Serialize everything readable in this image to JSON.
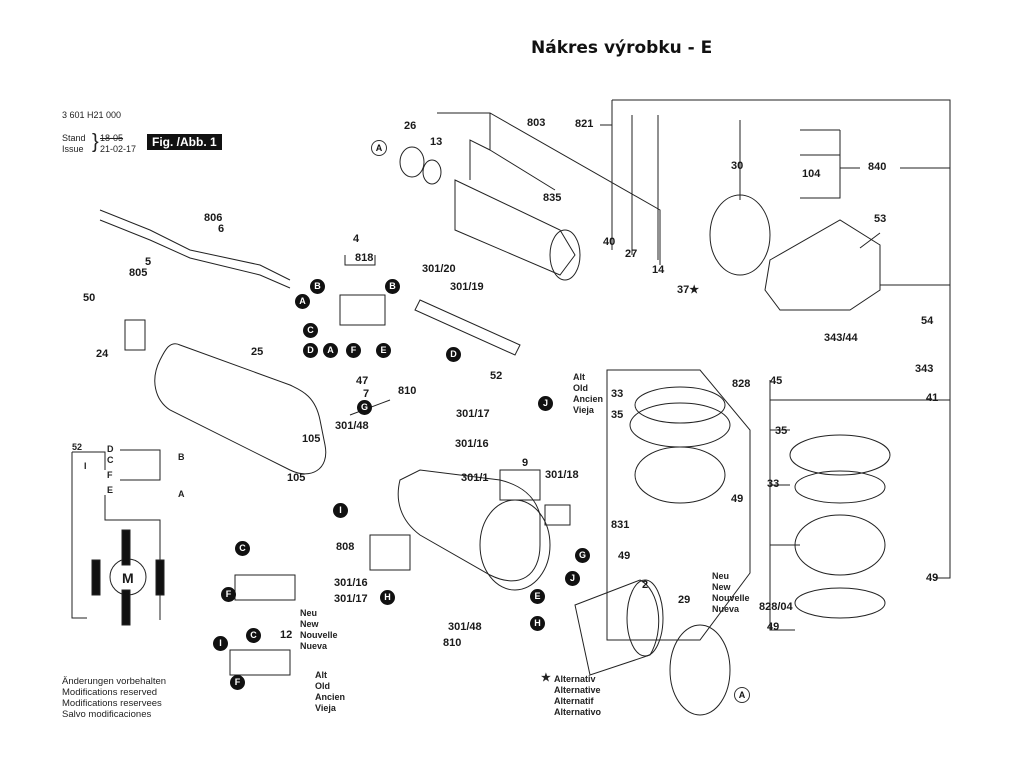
{
  "title": "Nákres výrobku - E",
  "header": {
    "part_number": "3 601 H21 000",
    "stand_label": "Stand",
    "issue_label": "Issue",
    "stand_value": "18-05",
    "issue_value": "21-02-17",
    "figure": "Fig. /Abb. 1"
  },
  "part_labels": {
    "p26": "26",
    "p13": "13",
    "p803": "803",
    "p821": "821",
    "p835": "835",
    "p40": "40",
    "p27": "27",
    "p14": "14",
    "p37": "37★",
    "p30": "30",
    "p104": "104",
    "p840": "840",
    "p53": "53",
    "p54": "54",
    "p343_44": "343/44",
    "p343": "343",
    "p828a": "828",
    "p45": "45",
    "p41": "41",
    "p35a": "35",
    "p33a": "33",
    "p49a": "49",
    "p828_04": "828/04",
    "p49b": "49",
    "p806": "806",
    "p6": "6",
    "p5": "5",
    "p805": "805",
    "p50": "50",
    "p24": "24",
    "p4": "4",
    "p818": "818",
    "p301_20": "301/20",
    "p301_19": "301/19",
    "p25": "25",
    "p52": "52",
    "p47": "47",
    "p7": "7",
    "p810a": "810",
    "p301_17a": "301/17",
    "p301_48a": "301/48",
    "p301_16a": "301/16",
    "p105a": "105",
    "p105b": "105",
    "p9": "9",
    "p301_1": "301/1",
    "p301_18": "301/18",
    "p808": "808",
    "p301_16b": "301/16",
    "p301_17b": "301/17",
    "p301_48b": "301/48",
    "p810b": "810",
    "p12": "12",
    "p2": "2",
    "p29": "29",
    "p33b": "33",
    "p35b": "35",
    "p49c": "49",
    "p831": "831",
    "p49d": "49",
    "p52w": "52"
  },
  "connectors": {
    "A": "A",
    "B": "B",
    "C": "C",
    "D": "D",
    "E": "E",
    "F": "F",
    "G": "G",
    "H": "H",
    "I": "I",
    "J": "J",
    "M": "M"
  },
  "version_labels": {
    "old": [
      "Alt",
      "Old",
      "Ancien",
      "Vieja"
    ],
    "new": [
      "Neu",
      "New",
      "Nouvelle",
      "Nueva"
    ],
    "alternative": [
      "Alternativ",
      "Alternative",
      "Alternatif",
      "Alternativo"
    ],
    "star": "★"
  },
  "footer_note": [
    "Änderungen vorbehalten",
    "Modifications reserved",
    "Modifications reservees",
    "Salvo modificaciones"
  ]
}
